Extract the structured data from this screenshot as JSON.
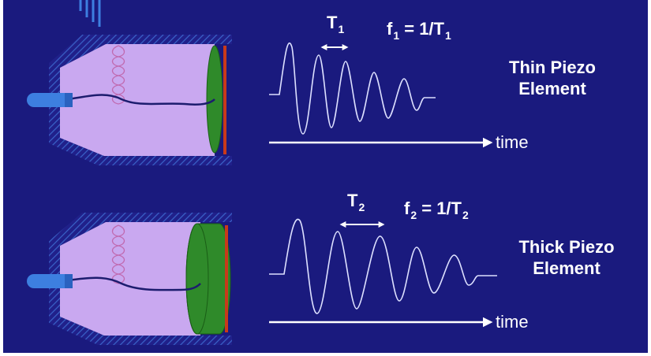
{
  "colors": {
    "background": "#1a1a7e",
    "housing_hatch": "#2a4fb0",
    "housing_fill": "#20208a",
    "interior": "#c9a8f0",
    "piezo_green": "#2f8a2a",
    "backing_red": "#c83a1a",
    "cable": "#1c1c6e",
    "connector": "#3d7fe0",
    "coil": "#c06ab0",
    "signal": "#dde0ff",
    "arrow": "#ffffff"
  },
  "top": {
    "period_label": "T",
    "period_sub": "1",
    "freq_label": "f",
    "freq_sub": "1",
    "freq_eq": " = 1/T",
    "freq_eq_sub": "1",
    "element_line1": "Thin Piezo",
    "element_line2": "Element",
    "axis_label": "time"
  },
  "bottom": {
    "period_label": "T",
    "period_sub": "2",
    "freq_label": "f",
    "freq_sub": "2",
    "freq_eq": " = 1/T",
    "freq_eq_sub": "2",
    "element_line1": "Thick Piezo",
    "element_line2": "Element",
    "axis_label": "time"
  }
}
